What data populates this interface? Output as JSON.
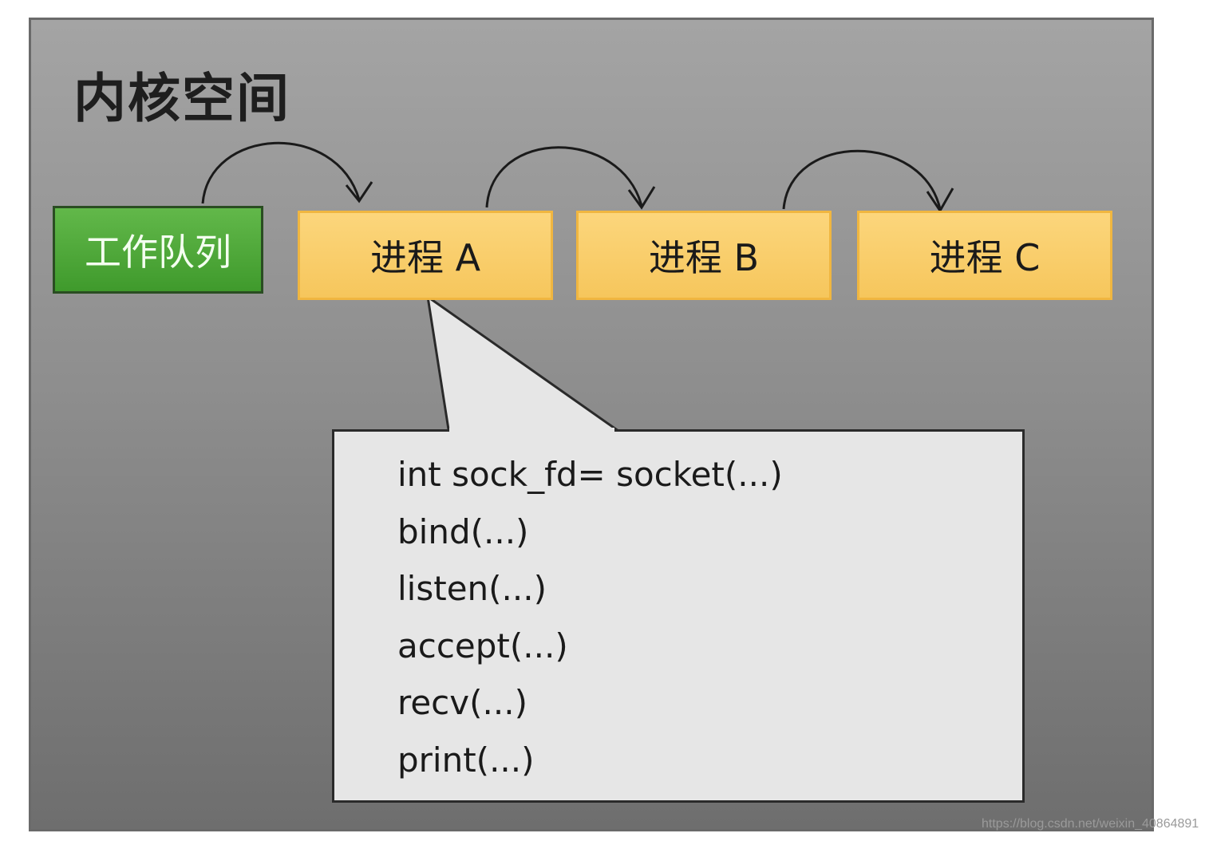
{
  "diagram": {
    "kernel_space_label": "内核空间",
    "work_queue_label": "工作队列",
    "processes": [
      {
        "label": "进程 A"
      },
      {
        "label": "进程 B"
      },
      {
        "label": "进程 C"
      }
    ],
    "code_lines": [
      "int sock_fd= socket(...)",
      "bind(...)",
      "listen(...)",
      "accept(...)",
      "recv(...)",
      "print(...)"
    ]
  },
  "watermark": "https://blog.csdn.net/weixin_40864891",
  "colors": {
    "panel_gray": "#8e8e8e",
    "queue_green": "#4ea83a",
    "process_yellow": "#f8cc66",
    "callout_fill": "#e6e6e6"
  }
}
